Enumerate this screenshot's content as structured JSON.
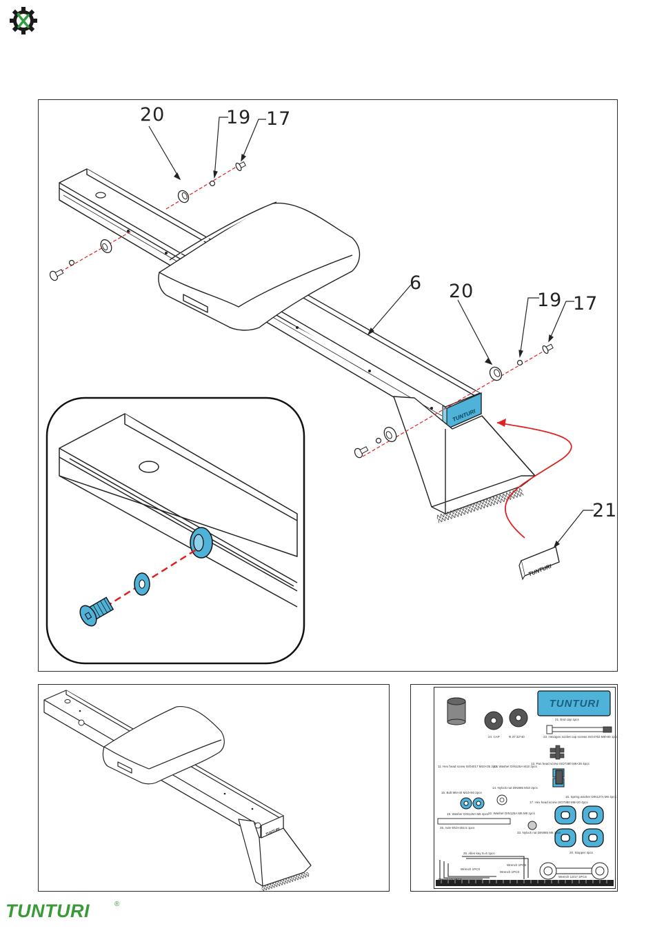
{
  "header": {
    "logo_icon": "gear-wrench-icon",
    "logo_color": "#2e7d32"
  },
  "main_figure": {
    "callouts": {
      "top_left_20": "20",
      "top_left_19": "19",
      "top_left_17": "17",
      "middle_6": "6",
      "right_20": "20",
      "right_19": "19",
      "right_17": "17",
      "cap_21": "21"
    },
    "end_cap_label": "TUNTURI",
    "cap_part_label": "TUNTURI",
    "accent_color": "#4fb3d9",
    "arrow_color": "#e02020"
  },
  "hardware_sheet": {
    "brand_label": "TUNTURI",
    "labels": {
      "end_cap": "21. End cap 1pcs",
      "hex_socket_screw": "23. Hexagon socket cap screws ISO4762 M8×80 1pcs",
      "cap": "24. CAP",
      "cap2": "Ф.37  32*40",
      "pan_head": "13. Pan head screw ISO7380 M6×35 4pcs",
      "hex_head_a": "11. Hex head screw ISO4017 M10×35 2pcs",
      "washer_a": "12. Washer DIN125A M10 2pcs",
      "nylon_nut_a": "14. Nylock nut DIN985 M10 2pcs",
      "bolt": "15. Bolt M6×40 M10×50 2pcs",
      "washer_b": "19. Washer DIN125A M6 4pcs",
      "washer_c": "22. Washer DIN125A M6 M8 1pcs",
      "hex_head_b": "17. Hex head screw ISO7380 M6×20 4pcs",
      "spring_washer": "16. Spring washer DIN127A M6 4pcs",
      "axle": "25. Axle Ф10×302.5 1pcs",
      "nylon_nut_b": "33. Nylock nut DIN985 M8 1pcs",
      "stopper": "20. Stopper 4pcs",
      "allen_key_a": "26. Allen key S=6 1pcs",
      "allen_wrench": "Wrench  1PCS",
      "wrench_small": "Wrench  1PCS",
      "wrench_large": "Wrench 13/17  1PCS",
      "wrench_bottom": "Wrench 13  1PCS",
      "wrench_mid": "Wrench  1PCS"
    }
  },
  "footer": {
    "brand": "TUNTURI",
    "registered": "®",
    "brand_color": "#3a9a3a"
  }
}
